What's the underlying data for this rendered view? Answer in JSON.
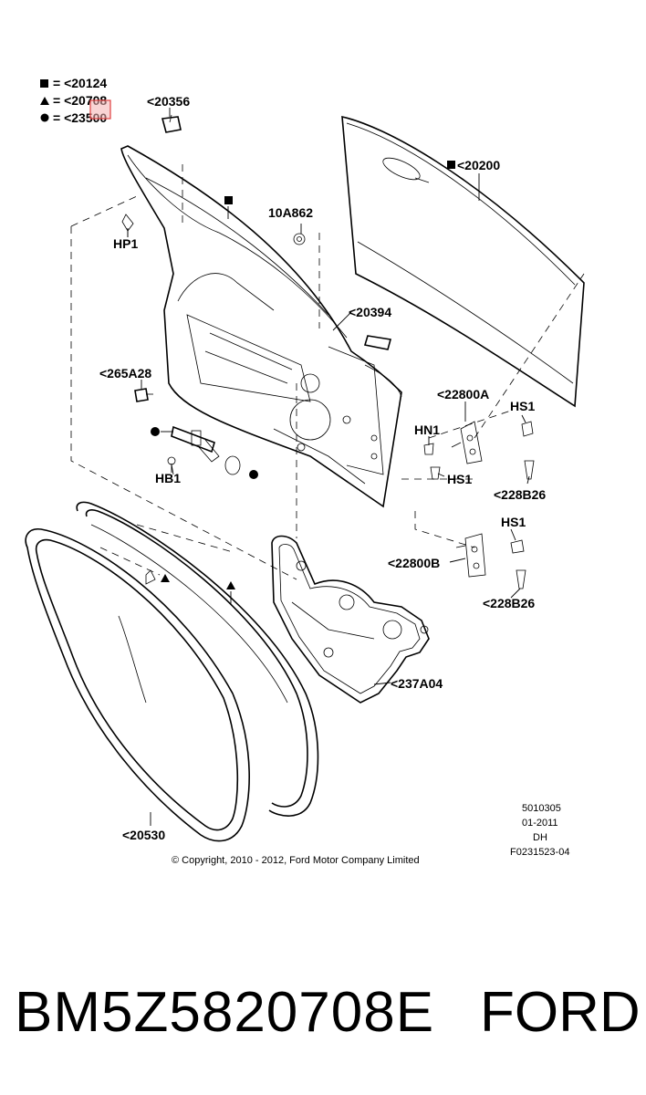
{
  "legend": [
    {
      "symbol": "square",
      "text": "= <20124"
    },
    {
      "symbol": "triangle",
      "text": "= <20708"
    },
    {
      "symbol": "circle",
      "text": "= <23500"
    }
  ],
  "callouts": {
    "c20356": "<20356",
    "c20200": "<20200",
    "c10A862": "10A862",
    "cHP1": "HP1",
    "c20394": "<20394",
    "c265A28": "<265A28",
    "c22800A": "<22800A",
    "cHS1a": "HS1",
    "cHN1": "HN1",
    "cHB1": "HB1",
    "cHS1b": "HS1",
    "c228B26a": "<228B26",
    "cHS1c": "HS1",
    "c22800B": "<22800B",
    "c228B26b": "<228B26",
    "c237A04": "<237A04",
    "c20530": "<20530"
  },
  "drawing_info": {
    "line1": "5010305",
    "line2": "01-2011",
    "line3": "DH",
    "line4": "F0231523-04"
  },
  "copyright": "© Copyright, 2010 - 2012, Ford Motor Company Limited",
  "footer": {
    "part_number": "BM5Z5820708E",
    "brand": "FORD"
  },
  "colors": {
    "highlight": "#e04040"
  }
}
